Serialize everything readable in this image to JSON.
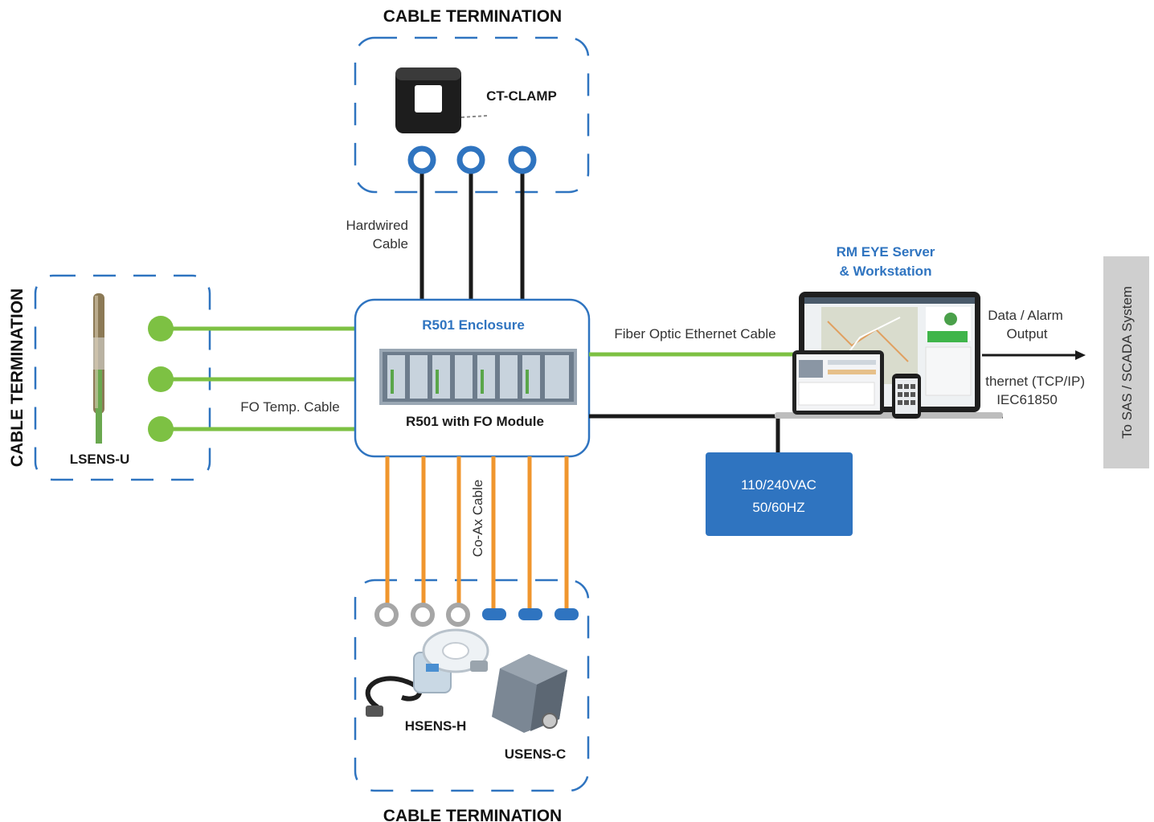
{
  "labels": {
    "top_termination": "CABLE TERMINATION",
    "bottom_termination": "CABLE TERMINATION",
    "left_termination": "CABLE TERMINATION",
    "ct_clamp": "CT-CLAMP",
    "hardwired_1": "Hardwired",
    "hardwired_2": "Cable",
    "lsens": "LSENS-U",
    "fo_temp": "FO Temp. Cable",
    "enclosure_title": "R501 Enclosure",
    "enclosure_module": "R501 with FO Module",
    "coax": "Co-Ax Cable",
    "hsens": "HSENS-H",
    "usens": "USENS-C",
    "fiber_optic": "Fiber Optic Ethernet Cable",
    "server_1": "RM EYE Server",
    "server_2": "& Workstation",
    "data_alarm_1": "Data / Alarm",
    "data_alarm_2": "Output",
    "ethernet_1": "thernet (TCP/IP)",
    "ethernet_2": "IEC61850",
    "power_1": "110/240VAC",
    "power_2": "50/60HZ",
    "scada": "To SAS / SCADA System"
  },
  "colors": {
    "dashed_border": "#2f74c0",
    "enclosure_border": "#2f74c0",
    "hardwired_cable": "#1a1a1a",
    "fo_cable": "#7dc143",
    "coax_cable": "#f0962e",
    "power_box": "#2f74c0",
    "scada_box": "#cfcfcf"
  }
}
